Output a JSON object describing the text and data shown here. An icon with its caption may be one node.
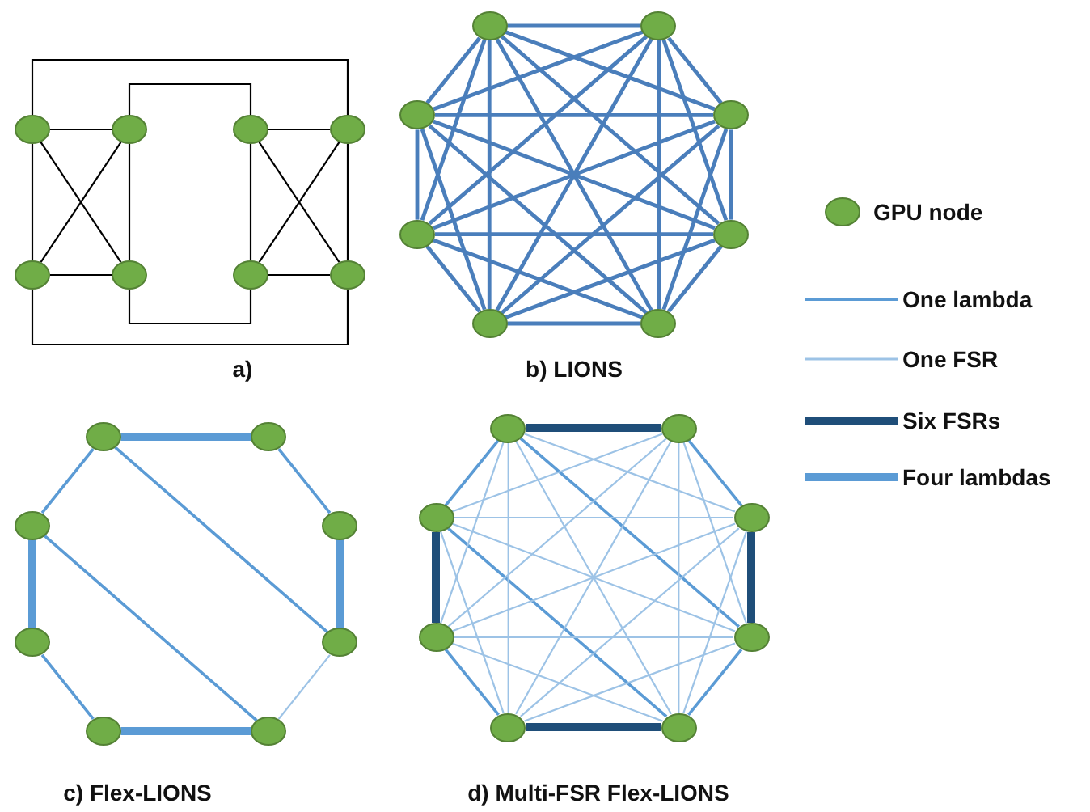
{
  "diagram": {
    "nodes": [
      {
        "text": [],
        "shape": "circle"
      },
      {
        "text": [],
        "shape": "circle"
      },
      {
        "text": [],
        "shape": "circle"
      },
      {
        "text": [],
        "shape": "circle"
      },
      {
        "text": [],
        "shape": "circle"
      },
      {
        "text": [],
        "shape": "circle"
      },
      {
        "text": [],
        "shape": "circle"
      },
      {
        "text": [],
        "shape": "circle"
      },
      {
        "text": [],
        "shape": "circle"
      },
      {
        "text": [],
        "shape": "circle"
      },
      {
        "text": [],
        "shape": "circle"
      },
      {
        "text": [],
        "shape": "circle"
      },
      {
        "text": [],
        "shape": "circle"
      },
      {
        "text": [],
        "shape": "circle"
      },
      {
        "text": [],
        "shape": "circle"
      },
      {
        "text": [],
        "shape": "circle"
      },
      {
        "text": [],
        "shape": "circle"
      },
      {
        "text": [],
        "shape": "circle"
      },
      {
        "text": [],
        "shape": "circle"
      },
      {
        "text": [],
        "shape": "circle"
      },
      {
        "text": [],
        "shape": "circle"
      },
      {
        "text": [],
        "shape": "circle"
      },
      {
        "text": [],
        "shape": "circle"
      },
      {
        "text": [],
        "shape": "circle"
      },
      {
        "text": [],
        "shape": "circle"
      },
      {
        "text": [],
        "shape": "circle"
      },
      {
        "text": [],
        "shape": "circle"
      },
      {
        "text": [],
        "shape": "circle"
      },
      {
        "text": [],
        "shape": "circle"
      },
      {
        "text": [],
        "shape": "circle"
      },
      {
        "text": [],
        "shape": "circle"
      },
      {
        "text": [],
        "shape": "circle"
      }
    ],
    "edges": [
      {
        "from": 0,
        "to": 1,
        "arrow": "none",
        "color": "#000000"
      },
      {
        "from": 4,
        "to": 5,
        "arrow": "none",
        "color": "#000000"
      },
      {
        "from": 0,
        "to": 4,
        "arrow": "none",
        "color": "#000000"
      },
      {
        "from": 1,
        "to": 5,
        "arrow": "none",
        "color": "#000000"
      },
      {
        "from": 0,
        "to": 5,
        "arrow": "none",
        "color": "#000000"
      },
      {
        "from": 1,
        "to": 4,
        "arrow": "none",
        "color": "#000000"
      },
      {
        "from": 2,
        "to": 3,
        "arrow": "none",
        "color": "#000000"
      },
      {
        "from": 6,
        "to": 7,
        "arrow": "none",
        "color": "#000000"
      },
      {
        "from": 2,
        "to": 6,
        "arrow": "none",
        "color": "#000000"
      },
      {
        "from": 3,
        "to": 7,
        "arrow": "none",
        "color": "#000000"
      },
      {
        "from": 2,
        "to": 7,
        "arrow": "none",
        "color": "#000000"
      },
      {
        "from": 3,
        "to": 6,
        "arrow": "none",
        "color": "#000000"
      },
      {
        "from": 0,
        "to": 3,
        "arrow": "none",
        "color": "#000000"
      },
      {
        "from": 1,
        "to": 2,
        "arrow": "none",
        "color": "#000000"
      },
      {
        "from": 5,
        "to": 6,
        "arrow": "none",
        "color": "#000000"
      },
      {
        "from": 4,
        "to": 7,
        "arrow": "none",
        "color": "#000000"
      },
      {
        "from": 8,
        "to": 9,
        "arrow": "none"
      },
      {
        "from": 8,
        "to": 10,
        "arrow": "none"
      },
      {
        "from": 8,
        "to": 11,
        "arrow": "none"
      },
      {
        "from": 8,
        "to": 12,
        "arrow": "none"
      },
      {
        "from": 8,
        "to": 13,
        "arrow": "none"
      },
      {
        "from": 8,
        "to": 14,
        "arrow": "none"
      },
      {
        "from": 8,
        "to": 15,
        "arrow": "none"
      },
      {
        "from": 9,
        "to": 10,
        "arrow": "none"
      },
      {
        "from": 9,
        "to": 11,
        "arrow": "none"
      },
      {
        "from": 9,
        "to": 12,
        "arrow": "none"
      },
      {
        "from": 9,
        "to": 13,
        "arrow": "none"
      },
      {
        "from": 9,
        "to": 14,
        "arrow": "none"
      },
      {
        "from": 9,
        "to": 15,
        "arrow": "none"
      },
      {
        "from": 10,
        "to": 11,
        "arrow": "none"
      },
      {
        "from": 10,
        "to": 12,
        "arrow": "none"
      },
      {
        "from": 10,
        "to": 13,
        "arrow": "none"
      },
      {
        "from": 10,
        "to": 14,
        "arrow": "none"
      },
      {
        "from": 10,
        "to": 15,
        "arrow": "none"
      },
      {
        "from": 11,
        "to": 12,
        "arrow": "none"
      },
      {
        "from": 11,
        "to": 13,
        "arrow": "none"
      },
      {
        "from": 11,
        "to": 14,
        "arrow": "none"
      },
      {
        "from": 11,
        "to": 15,
        "arrow": "none"
      },
      {
        "from": 12,
        "to": 13,
        "arrow": "none"
      },
      {
        "from": 12,
        "to": 14,
        "arrow": "none"
      },
      {
        "from": 12,
        "to": 15,
        "arrow": "none"
      },
      {
        "from": 13,
        "to": 14,
        "arrow": "none"
      },
      {
        "from": 13,
        "to": 15,
        "arrow": "none"
      },
      {
        "from": 14,
        "to": 15,
        "arrow": "none"
      },
      {
        "from": 16,
        "to": 17,
        "arrow": "none",
        "style": "thick",
        "color": "#5b9bd5"
      },
      {
        "from": 17,
        "to": 18,
        "arrow": "none",
        "color": "#5b9bd5"
      },
      {
        "from": 18,
        "to": 19,
        "arrow": "none",
        "style": "thick",
        "color": "#5b9bd5"
      },
      {
        "from": 19,
        "to": 20,
        "arrow": "none",
        "color": "#9dc3e6"
      },
      {
        "from": 20,
        "to": 21,
        "arrow": "none",
        "style": "thick",
        "color": "#5b9bd5"
      },
      {
        "from": 21,
        "to": 22,
        "arrow": "none",
        "color": "#5b9bd5"
      },
      {
        "from": 22,
        "to": 23,
        "arrow": "none",
        "style": "thick",
        "color": "#5b9bd5"
      },
      {
        "from": 23,
        "to": 16,
        "arrow": "none",
        "color": "#5b9bd5"
      },
      {
        "from": 16,
        "to": 19,
        "arrow": "none",
        "color": "#5b9bd5"
      },
      {
        "from": 23,
        "to": 20,
        "arrow": "none",
        "color": "#5b9bd5"
      },
      {
        "from": 24,
        "to": 25,
        "arrow": "none",
        "style": "thick",
        "color": "#1f4e79"
      },
      {
        "from": 25,
        "to": 26,
        "arrow": "none",
        "color": "#5b9bd5"
      },
      {
        "from": 26,
        "to": 27,
        "arrow": "none",
        "style": "thick",
        "color": "#1f4e79"
      },
      {
        "from": 27,
        "to": 28,
        "arrow": "none",
        "color": "#5b9bd5"
      },
      {
        "from": 28,
        "to": 29,
        "arrow": "none",
        "style": "thick",
        "color": "#1f4e79"
      },
      {
        "from": 29,
        "to": 30,
        "arrow": "none",
        "color": "#5b9bd5"
      },
      {
        "from": 30,
        "to": 31,
        "arrow": "none",
        "style": "thick",
        "color": "#1f4e79"
      },
      {
        "from": 31,
        "to": 24,
        "arrow": "none",
        "color": "#5b9bd5"
      },
      {
        "from": 24,
        "to": 27,
        "arrow": "none",
        "color": "#5b9bd5"
      },
      {
        "from": 31,
        "to": 28,
        "arrow": "none",
        "color": "#5b9bd5"
      },
      {
        "from": 24,
        "to": 26,
        "arrow": "none",
        "color": "#9dc3e6"
      },
      {
        "from": 24,
        "to": 28,
        "arrow": "none",
        "color": "#9dc3e6"
      },
      {
        "from": 24,
        "to": 29,
        "arrow": "none",
        "color": "#9dc3e6"
      },
      {
        "from": 24,
        "to": 30,
        "arrow": "none",
        "color": "#9dc3e6"
      },
      {
        "from": 25,
        "to": 27,
        "arrow": "none",
        "color": "#9dc3e6"
      },
      {
        "from": 25,
        "to": 28,
        "arrow": "none",
        "color": "#9dc3e6"
      },
      {
        "from": 25,
        "to": 29,
        "arrow": "none",
        "color": "#9dc3e6"
      },
      {
        "from": 25,
        "to": 30,
        "arrow": "none",
        "color": "#9dc3e6"
      },
      {
        "from": 25,
        "to": 31,
        "arrow": "none",
        "color": "#9dc3e6"
      },
      {
        "from": 26,
        "to": 28,
        "arrow": "none",
        "color": "#9dc3e6"
      },
      {
        "from": 26,
        "to": 29,
        "arrow": "none",
        "color": "#9dc3e6"
      },
      {
        "from": 26,
        "to": 30,
        "arrow": "none",
        "color": "#9dc3e6"
      },
      {
        "from": 26,
        "to": 31,
        "arrow": "none",
        "color": "#9dc3e6"
      },
      {
        "from": 27,
        "to": 29,
        "arrow": "none",
        "color": "#9dc3e6"
      },
      {
        "from": 27,
        "to": 30,
        "arrow": "none",
        "color": "#9dc3e6"
      },
      {
        "from": 27,
        "to": 31,
        "arrow": "none",
        "color": "#9dc3e6"
      },
      {
        "from": 28,
        "to": 30,
        "arrow": "none",
        "color": "#9dc3e6"
      },
      {
        "from": 29,
        "to": 31,
        "arrow": "none",
        "color": "#9dc3e6"
      }
    ],
    "labels": [
      "a)",
      "b) LIONS",
      "c) Flex-LIONS",
      "d) Multi-FSR Flex-LIONS"
    ],
    "legend": [
      {
        "text": "GPU node"
      },
      {
        "text": "One lambda"
      },
      {
        "text": "One FSR"
      },
      {
        "text": "Six FSRs"
      },
      {
        "text": "Four lambdas"
      }
    ]
  }
}
